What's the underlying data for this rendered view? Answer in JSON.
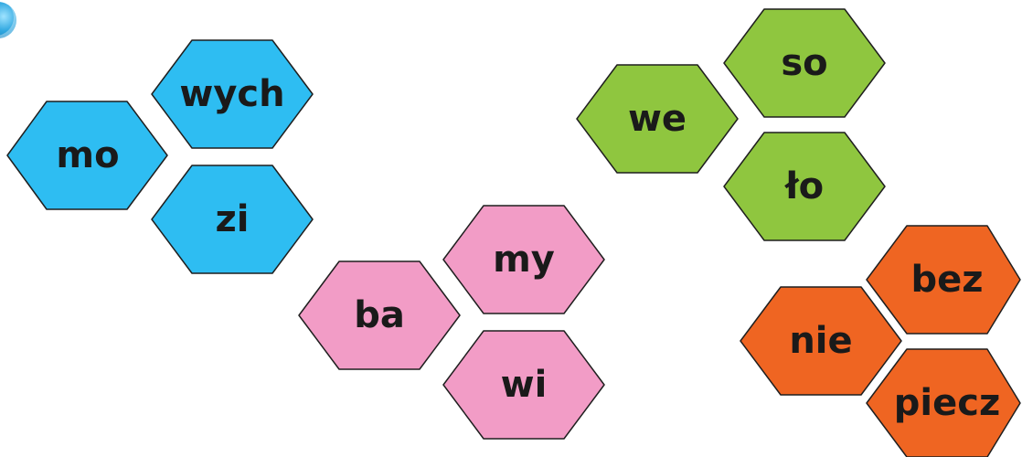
{
  "groups": [
    {
      "id": "blue",
      "color": "#2ebdf2",
      "tiles": [
        {
          "id": "mo",
          "text": "mo"
        },
        {
          "id": "wych",
          "text": "wych"
        },
        {
          "id": "zi",
          "text": "zi"
        }
      ]
    },
    {
      "id": "pink",
      "color": "#f29cc6",
      "tiles": [
        {
          "id": "ba",
          "text": "ba"
        },
        {
          "id": "my",
          "text": "my"
        },
        {
          "id": "wi",
          "text": "wi"
        }
      ]
    },
    {
      "id": "green",
      "color": "#8fc63f",
      "tiles": [
        {
          "id": "we",
          "text": "we"
        },
        {
          "id": "so",
          "text": "so"
        },
        {
          "id": "lo",
          "text": "ło"
        }
      ]
    },
    {
      "id": "orange",
      "color": "#ef6522",
      "tiles": [
        {
          "id": "nie",
          "text": "nie"
        },
        {
          "id": "bez",
          "text": "bez"
        },
        {
          "id": "piecz",
          "text": "piecz"
        }
      ]
    }
  ],
  "stroke_color": "#1f1f1f",
  "badge_icon": "globe-icon"
}
